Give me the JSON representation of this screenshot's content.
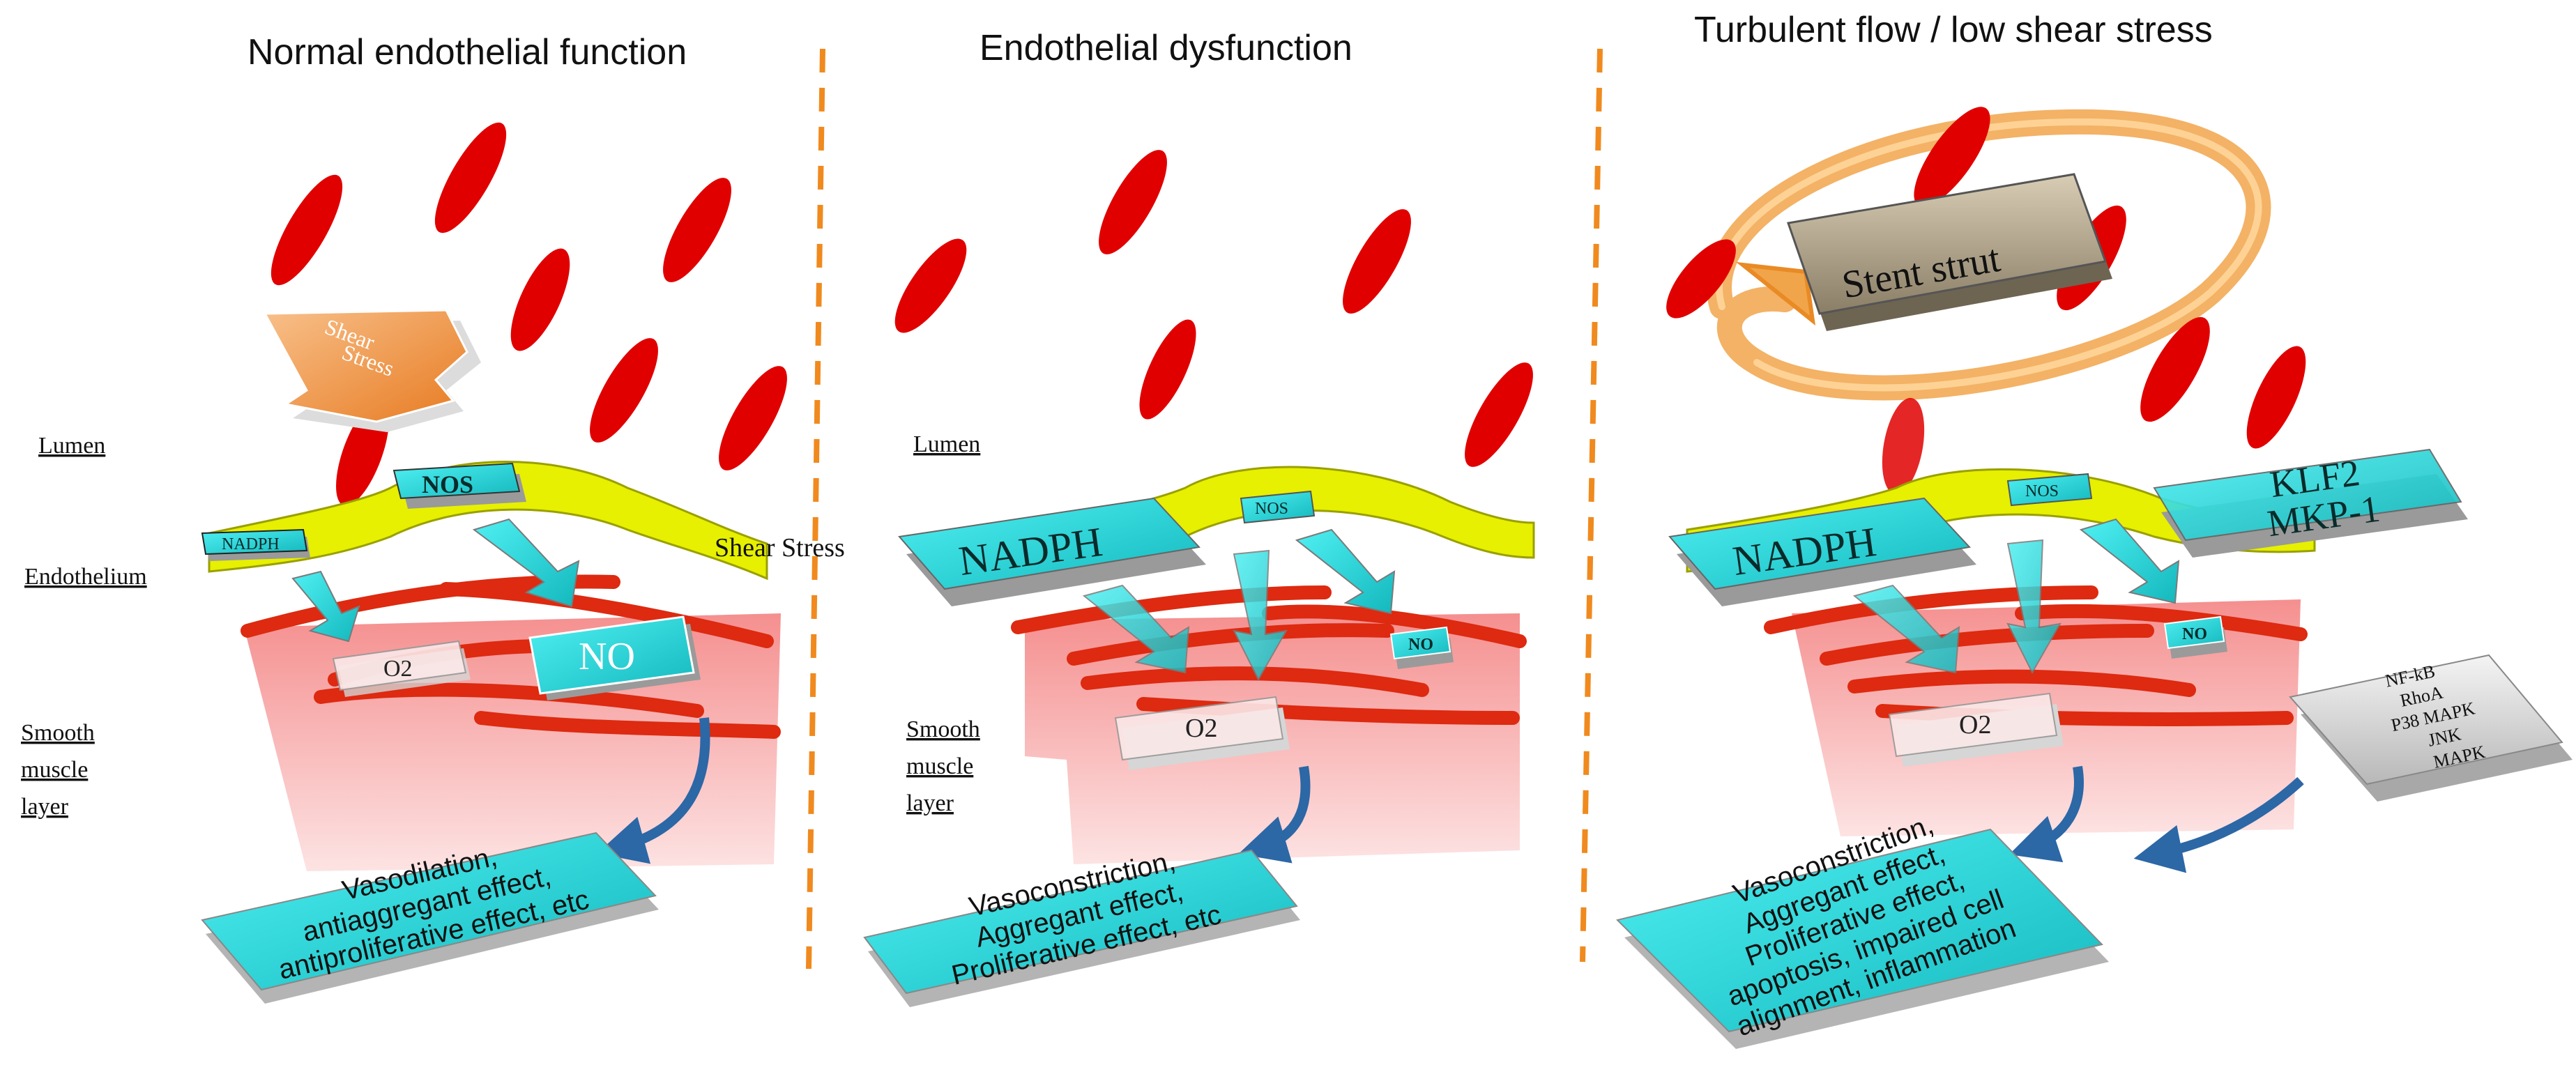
{
  "panels": [
    {
      "title": "Normal endothelial function",
      "labels": {
        "lumen": "Lumen",
        "endothelium": "Endothelium",
        "smooth_muscle": [
          "Smooth",
          "muscle",
          "layer"
        ]
      },
      "shear_stress_arrow": [
        "Shear",
        "Stress"
      ],
      "shear_stress_caption": "Shear Stress",
      "boxes": {
        "nadph": "NADPH",
        "nos": "NOS",
        "no": "NO",
        "o2": "O2"
      },
      "effect": [
        "Vasodilation,",
        "antiaggregant effect,",
        "antiproliferative effect, etc"
      ]
    },
    {
      "title": "Endothelial dysfunction",
      "labels": {
        "lumen": "Lumen",
        "smooth_muscle": [
          "Smooth",
          "muscle",
          "layer"
        ]
      },
      "boxes": {
        "nadph": "NADPH",
        "nos": "NOS",
        "no": "NO",
        "o2": "O2"
      },
      "effect": [
        "Vasoconstriction,",
        "Aggregant effect,",
        "Proliferative effect, etc"
      ]
    },
    {
      "title": "Turbulent flow / low shear stress",
      "stent": "Stent strut",
      "boxes": {
        "nadph": "NADPH",
        "nos": "NOS",
        "no": "NO",
        "o2": "O2",
        "klf2": [
          "KLF2",
          "MKP-1"
        ]
      },
      "pathways": [
        "NF-kB",
        "RhoA",
        "P38 MAPK",
        "JNK",
        "MAPK"
      ],
      "effect": [
        "Vasoconstriction,",
        "Aggregant effect,",
        "Proliferative effect,",
        "apoptosis, impaired cell",
        "alignment, inflammation"
      ]
    }
  ],
  "colors": {
    "rbc": "#e00000",
    "endothelium": "#e6f000",
    "muscle": "#dd2a10",
    "tissue": "#f7b6b6",
    "cyan": "#22d8dd",
    "divider": "#f08a1e",
    "arrow": "#2c67a6",
    "shear_arrow": "#f39a4a",
    "stent": "#a89a80",
    "grey_box": "#e9e9e9"
  }
}
